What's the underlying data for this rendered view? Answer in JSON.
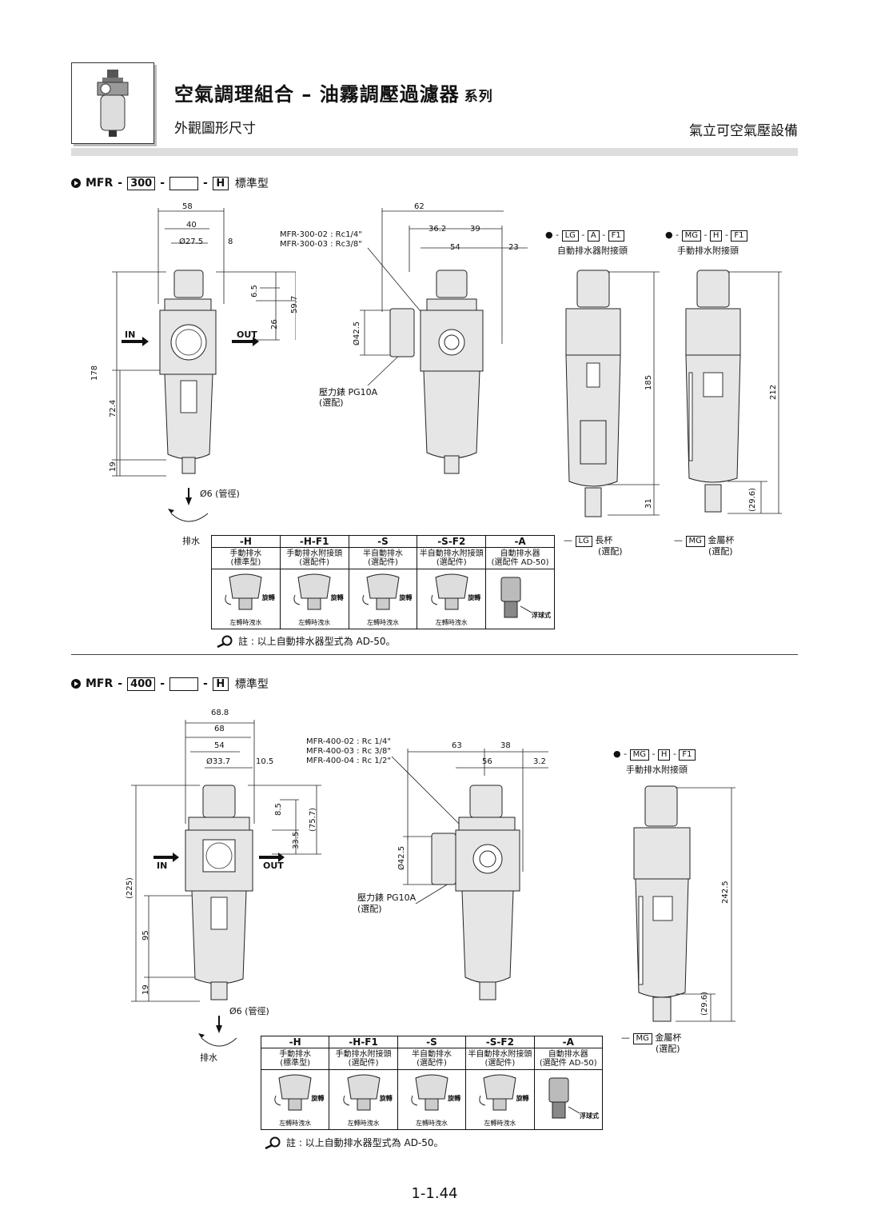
{
  "header": {
    "title": "空氣調理組合 – 油霧調壓過濾器",
    "series": "系列",
    "subtitle": "外觀圖形尺寸",
    "company": "氣立可空氣壓設備"
  },
  "section300": {
    "prefix": "MFR",
    "dash": "-",
    "size": "300",
    "drain_code": "H",
    "std": "標準型",
    "in_label": "IN",
    "out_label": "OUT",
    "port_note1": "MFR-300-02 : Rc1/4\"",
    "port_note2": "MFR-300-03 : Rc3/8\"",
    "gauge_note": "壓力錶 PG10A",
    "gauge_opt": "(選配)",
    "tube": "Ø6 (管徑)",
    "drain": "排水",
    "dims": {
      "d58": "58",
      "d40": "40",
      "d275": "Ø27.5",
      "d8": "8",
      "d65": "6.5",
      "d26": "26",
      "d597": "59.7",
      "d178": "178",
      "d724": "72.4",
      "d19": "19",
      "d62": "62",
      "d362": "36.2",
      "d39": "39",
      "d54": "54",
      "d23": "23",
      "d425": "Ø42.5",
      "d185": "185",
      "d31": "31",
      "d212": "212",
      "d296": "(29.6)"
    },
    "opt_lg": {
      "b1": "LG",
      "b2": "A",
      "b3": "F1",
      "label": "自動排水器附接頭"
    },
    "opt_mg": {
      "b1": "MG",
      "b2": "H",
      "b3": "F1",
      "label": "手動排水附接頭"
    },
    "lg_note": {
      "box": "LG",
      "text": "長杯",
      "opt": "(選配)"
    },
    "mg_note": {
      "box": "MG",
      "text": "金屬杯",
      "opt": "(選配)"
    }
  },
  "section400": {
    "prefix": "MFR",
    "dash": "-",
    "size": "400",
    "drain_code": "H",
    "std": "標準型",
    "in_label": "IN",
    "out_label": "OUT",
    "port_note1": "MFR-400-02 : Rc 1/4\"",
    "port_note2": "MFR-400-03 : Rc 3/8\"",
    "port_note3": "MFR-400-04 : Rc 1/2\"",
    "gauge_note": "壓力錶 PG10A",
    "gauge_opt": "(選配)",
    "tube": "Ø6 (管徑)",
    "drain": "排水",
    "dims": {
      "d688": "68.8",
      "d68": "68",
      "d54": "54",
      "d337": "Ø33.7",
      "d105": "10.5",
      "d85": "8.5",
      "d335": "33.5",
      "d757": "(75.7)",
      "d225": "(225)",
      "d95": "95",
      "d19": "19",
      "d63": "63",
      "d38": "38",
      "d56": "56",
      "d32": "3.2",
      "d425": "Ø42.5",
      "d2425": "242.5",
      "d296": "(29.6)"
    },
    "opt_mg": {
      "b1": "MG",
      "b2": "H",
      "b3": "F1",
      "label": "手動排水附接頭"
    },
    "mg_note": {
      "box": "MG",
      "text": "金屬杯",
      "opt": "(選配)"
    }
  },
  "drain_table": {
    "columns": [
      {
        "code": "-H",
        "desc1": "手動排水",
        "desc2": "(標準型)",
        "caption": "左轉時洩水",
        "turn": "旋轉"
      },
      {
        "code": "-H-F1",
        "desc1": "手動排水附接頭",
        "desc2": "(選配件)",
        "caption": "左轉時洩水",
        "turn": "旋轉"
      },
      {
        "code": "-S",
        "desc1": "半自動排水",
        "desc2": "(選配件)",
        "caption": "左轉時洩水",
        "turn": "旋轉"
      },
      {
        "code": "-S-F2",
        "desc1": "半自動排水附接頭",
        "desc2": "(選配件)",
        "caption": "左轉時洩水",
        "turn": "旋轉"
      },
      {
        "code": "-A",
        "desc1": "自動排水器",
        "desc2": "(選配件 AD-50)",
        "caption": "浮球式",
        "turn": ""
      }
    ],
    "remark": "註 : 以上自動排水器型式為 AD-50。"
  },
  "page_number": "1-1.44"
}
